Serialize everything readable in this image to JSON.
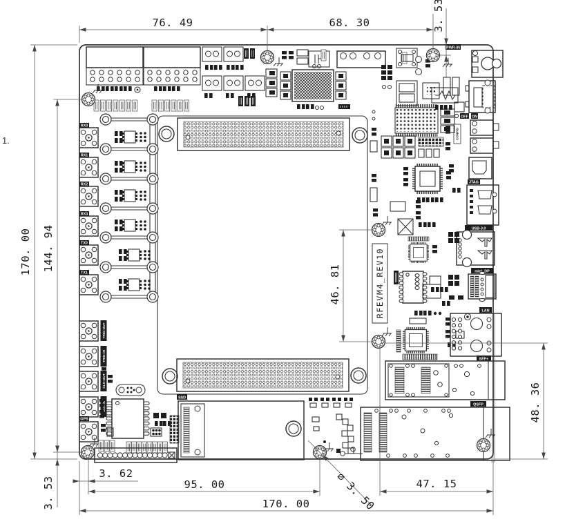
{
  "note_left": "1.",
  "title_block": {
    "board_title": "RFEVM4_REV10"
  },
  "dimensions": {
    "top_width_left": "76. 49",
    "top_width_right": "68. 30",
    "top_hole_edge": "3. 53",
    "left_height": "170. 00",
    "left_hole_span": "144. 94",
    "center_hole_span": "46. 81",
    "right_height": "48. 36",
    "bottom_left_hole_edge": "3. 53",
    "bottom_left_inset": "3. 62",
    "bottom_hole_span": "95. 00",
    "bottom_width": "170. 00",
    "bottom_right_span": "47. 15",
    "hole_diameter": "⌀ 3. 50"
  },
  "rf_ports": [
    "RX0",
    "RX1",
    "RX2",
    "RX3",
    "TX0",
    "TX1"
  ],
  "timing_ports": [
    "TRIG-OUT",
    "TRIG-IN",
    "CLK-OUT",
    "CLK-IN",
    "GPS"
  ],
  "io": {
    "pwr_in": "PWR-IN",
    "off": "OFF",
    "on": "ON",
    "config": "CONFIG",
    "jtag": "JTAG",
    "usb": "USB-3.0",
    "dp": "mini_DP",
    "lan": "LAN",
    "sfp": "SFP+",
    "qsfp": "QSFP",
    "ssd": "SSD"
  }
}
